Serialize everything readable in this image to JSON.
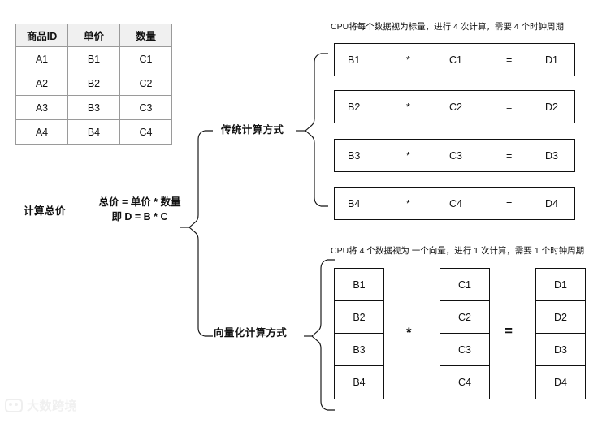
{
  "table": {
    "headers": [
      "商品ID",
      "单价",
      "数量"
    ],
    "rows": [
      [
        "A1",
        "B1",
        "C1"
      ],
      [
        "A2",
        "B2",
        "C2"
      ],
      [
        "A3",
        "B3",
        "C3"
      ],
      [
        "A4",
        "B4",
        "C4"
      ]
    ]
  },
  "center": {
    "task_label": "计算总价",
    "formula_line1": "总价 = 单价 * 数量",
    "formula_line2": "即 D = B * C"
  },
  "branches": {
    "traditional_label": "传统计算方式",
    "vector_label": "向量化计算方式"
  },
  "annotations": {
    "scalar": "CPU将每个数据视为标量，进行 4 次计算，需要 4 个时钟周期",
    "vector": "CPU将 4 个数据视为 一个向量，进行 1 次计算，需要 1 个时钟周期"
  },
  "scalar_equations": [
    {
      "b": "B1",
      "op": "*",
      "c": "C1",
      "eq": "=",
      "d": "D1"
    },
    {
      "b": "B2",
      "op": "*",
      "c": "C2",
      "eq": "=",
      "d": "D2"
    },
    {
      "b": "B3",
      "op": "*",
      "c": "C3",
      "eq": "=",
      "d": "D3"
    },
    {
      "b": "B4",
      "op": "*",
      "c": "C4",
      "eq": "=",
      "d": "D4"
    }
  ],
  "vector_computation": {
    "operand_b": [
      "B1",
      "B2",
      "B3",
      "B4"
    ],
    "operator_mul": "*",
    "operand_c": [
      "C1",
      "C2",
      "C3",
      "C4"
    ],
    "operator_eq": "=",
    "result_d": [
      "D1",
      "D2",
      "D3",
      "D4"
    ]
  },
  "watermark": {
    "text": "大数跨境"
  },
  "colors": {
    "stroke": "#111111",
    "table_border": "#9a9a9a",
    "header_fill": "#f0f0f0",
    "background": "#ffffff",
    "watermark": "#cfcfcf"
  }
}
